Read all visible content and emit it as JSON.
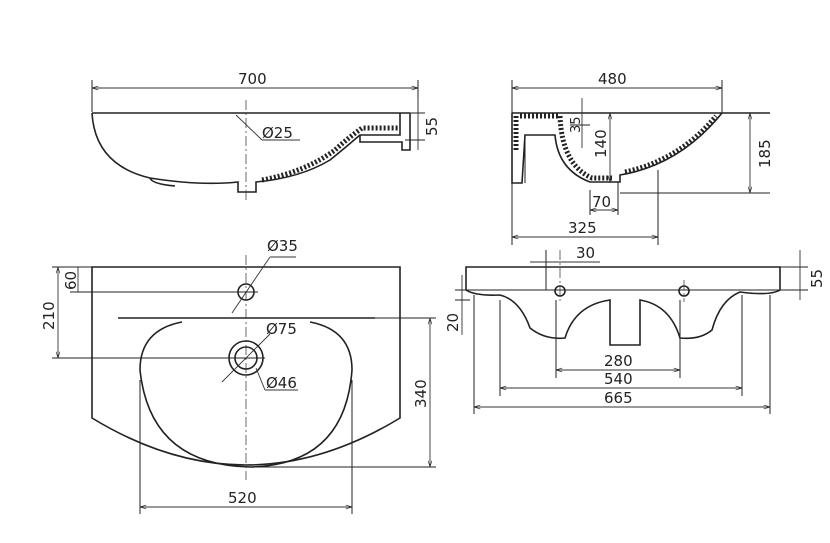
{
  "title": "Washbasin technical drawing",
  "side_view": {
    "width": "700",
    "tap_hole": "Ø25",
    "flange_height": "55"
  },
  "section_view": {
    "depth": "480",
    "rim": "35",
    "bowl_depth": "140",
    "height": "185",
    "drain": "70",
    "drain_offset": "325"
  },
  "plan_view": {
    "tap_hole": "Ø35",
    "tap_offset": "60",
    "drain_offset": "210",
    "drain_outer": "Ø75",
    "drain_inner": "Ø46",
    "bowl_depth": "340",
    "bowl_width": "520"
  },
  "front_view": {
    "hole_offset": "30",
    "rim_height": "55",
    "edge": "20",
    "inner": "280",
    "mid": "540",
    "overall": "665"
  }
}
